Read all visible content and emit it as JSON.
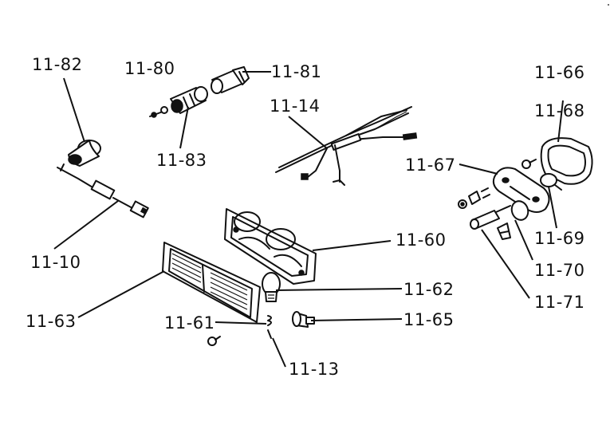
{
  "labels": {
    "l_11_82": "11-82",
    "l_11_80": "11-80",
    "l_11_81": "11-81",
    "l_11_66": "11-66",
    "l_11_14": "11-14",
    "l_11_68": "11-68",
    "l_11_83": "11-83",
    "l_11_67": "11-67",
    "l_11_10": "11-10",
    "l_11_60": "11-60",
    "l_11_69": "11-69",
    "l_11_70": "11-70",
    "l_11_62": "11-62",
    "l_11_71": "11-71",
    "l_11_63": "11-63",
    "l_11_61": "11-61",
    "l_11_65": "11-65",
    "l_11_13": "11-13"
  },
  "colors": {
    "ink": "#111111",
    "paper": "#ffffff"
  }
}
